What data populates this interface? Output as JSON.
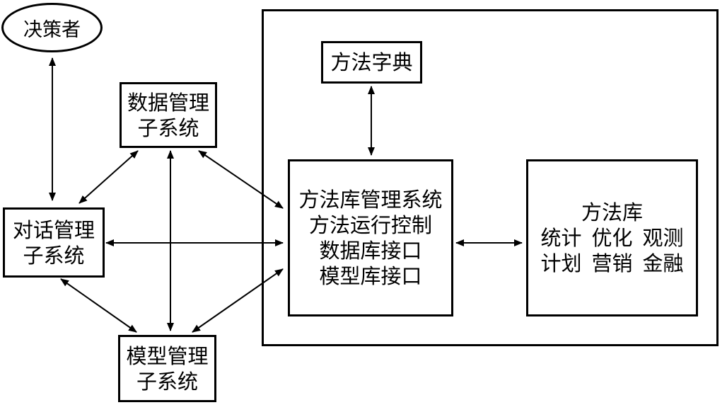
{
  "nodes": {
    "decision_maker": "决策者",
    "data_mgmt": [
      "数据管理",
      "子系统"
    ],
    "dialog_mgmt": [
      "对话管理",
      "子系统"
    ],
    "model_mgmt": [
      "模型管理",
      "子系统"
    ],
    "method_dictionary": "方法字典",
    "method_lib_mgmt": [
      "方法库管理系统",
      "方法运行控制",
      "数据库接口",
      "模型库接口"
    ],
    "method_library": {
      "title": "方法库",
      "items": [
        [
          "统计",
          "优化",
          "观测"
        ],
        [
          "计划",
          "营销",
          "金融"
        ]
      ]
    }
  }
}
